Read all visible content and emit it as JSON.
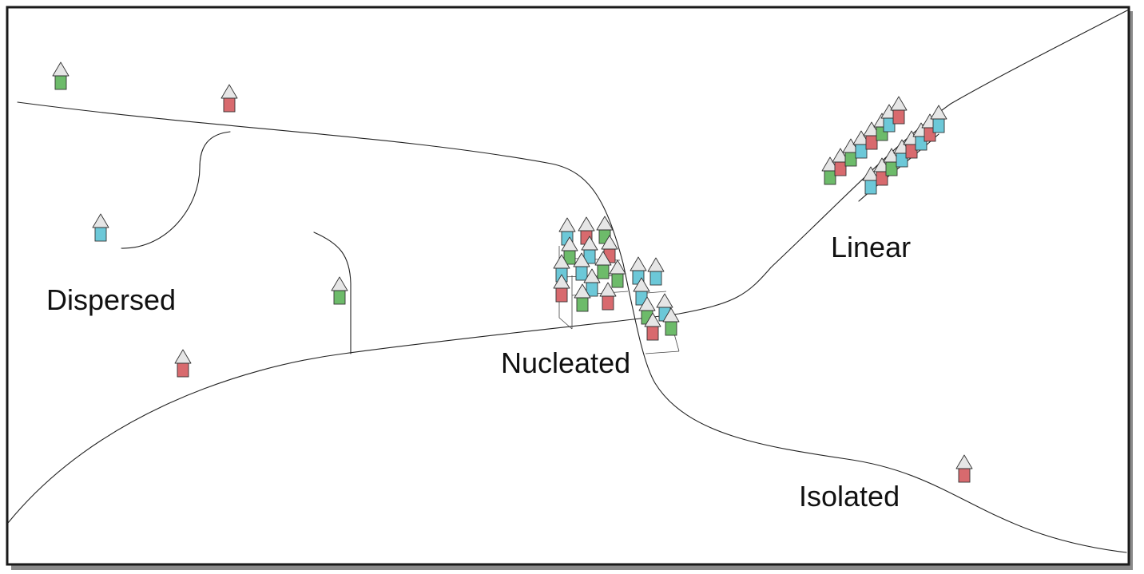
{
  "diagram": {
    "labels": {
      "dispersed": "Dispersed",
      "nucleated": "Nucleated",
      "linear": "Linear",
      "isolated": "Isolated"
    },
    "colors": {
      "frame": "#1a1a1a",
      "frame_shadow": "#8a8a8a",
      "road": "#222222",
      "roof": "#e6e6e6",
      "house_green": "#6dbb6a",
      "house_red": "#d86a6e",
      "house_blue": "#6cc8d8"
    },
    "icons": [
      "house-icon"
    ],
    "house_colors": {
      "dispersed": [
        "green",
        "red",
        "blue",
        "green",
        "red"
      ],
      "nucleated": [
        "blue",
        "red",
        "green",
        "green",
        "blue",
        "red",
        "blue",
        "blue",
        "green",
        "green",
        "red",
        "blue",
        "blue",
        "blue",
        "green",
        "red",
        "blue",
        "green",
        "blue",
        "red",
        "green"
      ],
      "linear": [
        "green",
        "red",
        "green",
        "blue",
        "red",
        "green",
        "blue",
        "red",
        "blue",
        "red",
        "green",
        "blue",
        "red",
        "blue",
        "red",
        "blue",
        "red"
      ],
      "isolated": [
        "red"
      ]
    }
  }
}
